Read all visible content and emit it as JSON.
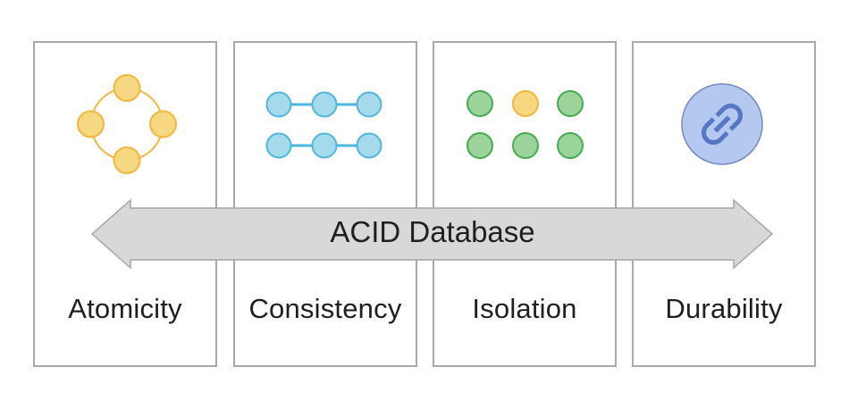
{
  "title": "ACID Database",
  "panels": [
    {
      "id": "atomicity",
      "label": "Atomicity",
      "icon": "atomicity-cycle-icon"
    },
    {
      "id": "consistency",
      "label": "Consistency",
      "icon": "consistency-chain-rows-icon"
    },
    {
      "id": "isolation",
      "label": "Isolation",
      "icon": "isolation-dot-grid-icon"
    },
    {
      "id": "durability",
      "label": "Durability",
      "icon": "durability-link-icon"
    }
  ],
  "colors": {
    "panel_border": "#a9a9a9",
    "text": "#1f1f1f",
    "arrow_fill": "#d8d8d8",
    "arrow_border": "#a6a6a6",
    "yellow_fill": "#f6d883",
    "yellow_stroke": "#f0b73b",
    "blue_fill": "#a5daed",
    "blue_stroke": "#4fb6dd",
    "green_fill": "#9bd39a",
    "green_stroke": "#43ac4f",
    "link_circle_fill": "#b4c8f0",
    "link_circle_stroke": "#7289c6",
    "link_glyph": "#5677c4"
  }
}
